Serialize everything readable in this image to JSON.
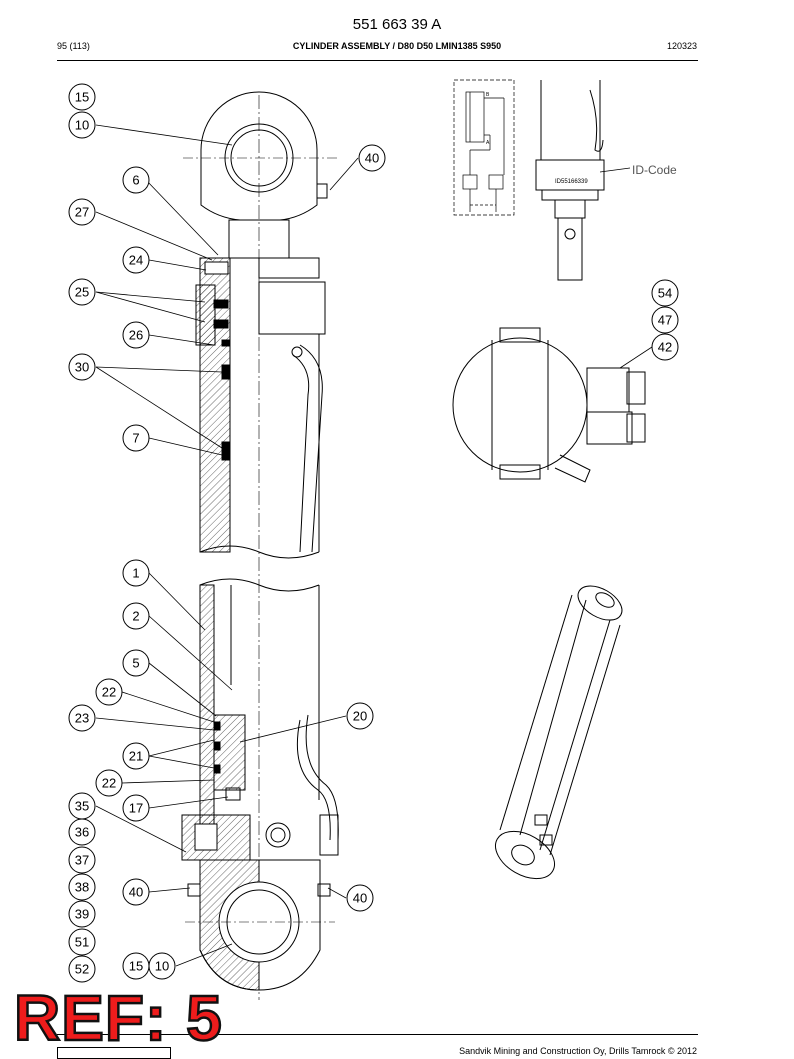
{
  "header": {
    "document_number": "551 663 39 A",
    "page": "95 (113)",
    "title": "CYLINDER ASSEMBLY / D80 D50 LMIN1385 S950",
    "date": "120323"
  },
  "footer": {
    "copyright": "Sandvik Mining and Construction Oy, Drills Tamrock © 2012"
  },
  "overlay": {
    "ref_label": "REF: 5"
  },
  "drawing": {
    "id_code_label": "ID-Code",
    "serial_tag": "ID55166339",
    "port_a": "A",
    "port_b": "B",
    "port_b_cast": "B"
  },
  "callouts": [
    {
      "label": "15"
    },
    {
      "label": "10"
    },
    {
      "label": "6"
    },
    {
      "label": "27"
    },
    {
      "label": "24"
    },
    {
      "label": "25"
    },
    {
      "label": "26"
    },
    {
      "label": "30"
    },
    {
      "label": "7"
    },
    {
      "label": "40"
    },
    {
      "label": "54"
    },
    {
      "label": "47"
    },
    {
      "label": "42"
    },
    {
      "label": "1"
    },
    {
      "label": "2"
    },
    {
      "label": "5"
    },
    {
      "label": "22"
    },
    {
      "label": "23"
    },
    {
      "label": "20"
    },
    {
      "label": "21"
    },
    {
      "label": "22"
    },
    {
      "label": "35"
    },
    {
      "label": "17"
    },
    {
      "label": "36"
    },
    {
      "label": "37"
    },
    {
      "label": "38"
    },
    {
      "label": "40"
    },
    {
      "label": "40"
    },
    {
      "label": "39"
    },
    {
      "label": "51"
    },
    {
      "label": "15"
    },
    {
      "label": "10"
    },
    {
      "label": "52"
    }
  ]
}
